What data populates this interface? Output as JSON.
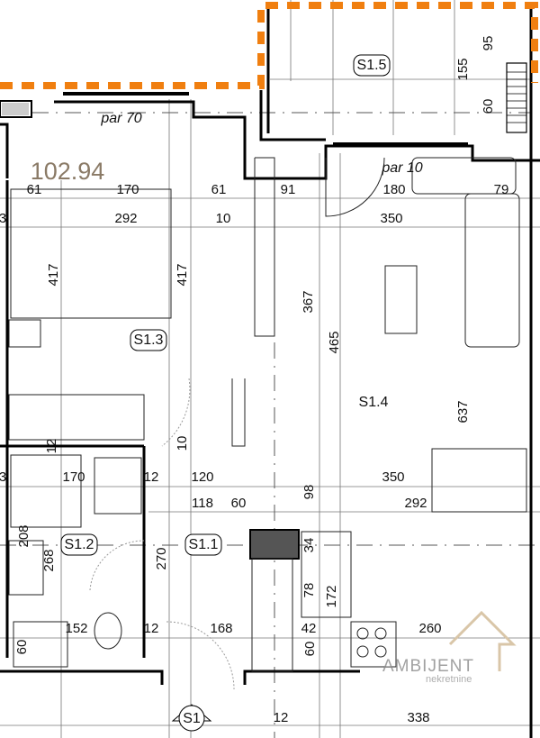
{
  "plan": {
    "area": "102.94",
    "notes": {
      "par_left": "par 70",
      "par_right": "par 10"
    },
    "rooms": [
      "S1.1",
      "S1.2",
      "S1.3",
      "S1.4",
      "S1.5"
    ],
    "section_mark": "S1",
    "accent_color": "#f07f10",
    "dimensions": {
      "balcony": [
        "95",
        "155",
        "60"
      ],
      "row1": [
        "61",
        "170",
        "61",
        "91",
        "180",
        "79"
      ],
      "row2": [
        "3",
        "292",
        "10",
        "350"
      ],
      "vertical_mid": [
        "417",
        "417",
        "367",
        "465",
        "637"
      ],
      "small_mid": [
        "12",
        "10"
      ],
      "row3": [
        "3",
        "170",
        "12",
        "120",
        "350"
      ],
      "row4": [
        "118",
        "60",
        "98",
        "292"
      ],
      "lower_vertical": [
        "208",
        "268",
        "270",
        "34",
        "78",
        "172"
      ],
      "row5": [
        "152",
        "12",
        "168",
        "42",
        "260"
      ],
      "lower_small": [
        "60",
        "60"
      ],
      "bottom": [
        "12",
        "338"
      ]
    }
  },
  "watermark": {
    "brand": "AMBIJENT",
    "tagline": "nekretnine"
  }
}
